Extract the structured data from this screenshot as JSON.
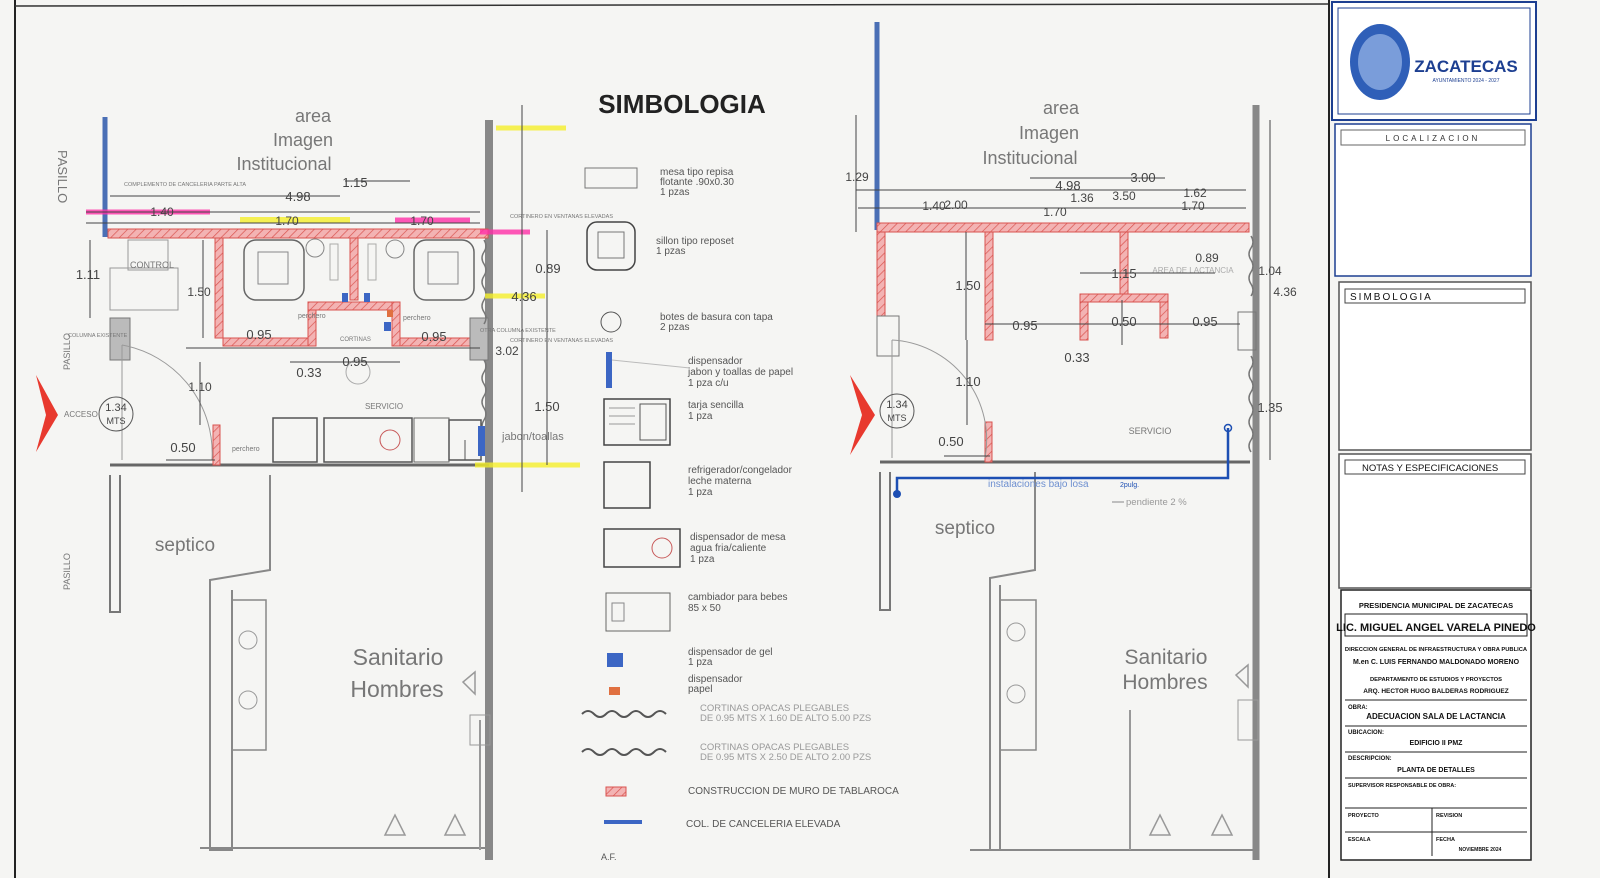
{
  "symbology": {
    "title": "SIMBOLOGIA",
    "items": [
      {
        "icon": "shelf-table-icon",
        "text": [
          "mesa tipo repisa",
          "flotante .90x0.30",
          "1 pzas"
        ]
      },
      {
        "icon": "armchair-icon",
        "text": [
          "sillon tipo reposet",
          "1 pzas"
        ]
      },
      {
        "icon": "trash-bin-icon",
        "text": [
          "botes de basura con tapa",
          "2 pzas"
        ]
      },
      {
        "icon": "dispenser-icon",
        "text": [
          "dispensador",
          "jabon y toallas de papel",
          "1 pza c/u"
        ]
      },
      {
        "icon": "sink-icon",
        "text": [
          "tarja sencilla",
          "1 pza"
        ]
      },
      {
        "icon": "fridge-icon",
        "text": [
          "refrigerador/congelador",
          "leche materna",
          "1 pza"
        ]
      },
      {
        "icon": "water-dispenser-icon",
        "text": [
          "dispensador de mesa",
          "agua fria/caliente",
          "1 pza"
        ]
      },
      {
        "icon": "changing-table-icon",
        "text": [
          "cambiador para bebes",
          "85 x 50"
        ]
      },
      {
        "icon": "gel-dispenser-icon",
        "text": [
          "dispensador de gel",
          "1 pza"
        ]
      },
      {
        "icon": "paper-dispenser-icon",
        "text": [
          "dispensador",
          "papel"
        ]
      },
      {
        "icon": "curtain-short-icon",
        "text": [
          "CORTINAS OPACAS PLEGABLES",
          "DE 0.95 MTS X 1.60 DE ALTO    5.00 PZS"
        ]
      },
      {
        "icon": "curtain-tall-icon",
        "text": [
          "CORTINAS OPACAS PLEGABLES",
          "DE 0.95 MTS X 2.50 DE ALTO    2.00 PZS"
        ]
      },
      {
        "icon": "drywall-wall-icon",
        "text": [
          "CONSTRUCCION DE MURO DE TABLAROCA"
        ]
      },
      {
        "icon": "glazing-column-icon",
        "text": [
          "COL. DE CANCELERIA ELEVADA"
        ]
      }
    ],
    "footer": "A.F."
  },
  "plan_left": {
    "room_area": [
      "area",
      "Imagen",
      "Institucional"
    ],
    "pasillo": "PASILLO",
    "septico": "septico",
    "sanitario": [
      "Sanitario",
      "Hombres"
    ],
    "control": "CONTROL",
    "servicio": "SERVICIO",
    "jabon": "jabon/toallas",
    "perchero": "perchero",
    "cortinas": "CORTINAS",
    "acceso": "ACCESO",
    "accessibility": [
      "1.34",
      "MTS"
    ],
    "notes": {
      "canceleria": "COMPLEMENTO DE CANCELERIA PARTE ALTA",
      "ventanas": "CORTINERO EN VENTANAS ELEVADAS",
      "columna": "COLUMNA EXISTENTE",
      "otra_columna": "OTRA COLUMNA EXISTENTE"
    },
    "dims": [
      "1.15",
      "4.98",
      "1.40",
      "1.70",
      "1.70",
      "0.89",
      "4.36",
      "1.11",
      "1.50",
      "0.95",
      "0.95",
      "0.95",
      "0.33",
      "3.02",
      "1.10",
      "1.50",
      "0.50"
    ]
  },
  "plan_right": {
    "room_area": [
      "area",
      "Imagen",
      "Institucional"
    ],
    "septico": "septico",
    "sanitario": [
      "Sanitario",
      "Hombres"
    ],
    "servicio": "SERVICIO",
    "lactancia": "AREA DE LACTANCIA",
    "accessibility": [
      "1.34",
      "MTS"
    ],
    "instalaciones": "instalaciones  bajo  losa",
    "pipe_label": "2pulg.",
    "pendiente": "pendiente  2  %",
    "dims": [
      "1.29",
      "4.98",
      "3.00",
      "1.40",
      "2.00",
      "1.36",
      "3.50",
      "1.62",
      "1.70",
      "1.70",
      "0.89",
      "1.04",
      "4.36",
      "1.50",
      "1.15",
      "0.95",
      "0.50",
      "0.95",
      "0.33",
      "1.10",
      "0.50",
      "1.35"
    ]
  },
  "title_block": {
    "logo_text": "ZACATECAS",
    "logo_sub": "AYUNTAMIENTO 2024 - 2027",
    "localizacion": "LOCALIZACION",
    "simbologia": "SIMBOLOGIA",
    "notas": "NOTAS Y ESPECIFICACIONES",
    "presidencia": "PRESIDENCIA MUNICIPAL DE ZACATECAS",
    "presidente": "LIC. MIGUEL ANGEL VARELA PINEDO",
    "direccion": "DIRECCION GENERAL DE INFRAESTRUCTURA Y OBRA PUBLICA",
    "director": "M.en C. LUIS FERNANDO MALDONADO MORENO",
    "departamento": "DEPARTAMENTO DE ESTUDIOS Y PROYECTOS",
    "jefe": "ARQ. HECTOR HUGO BALDERAS RODRIGUEZ",
    "obra_label": "OBRA:",
    "obra": "ADECUACION SALA DE LACTANCIA",
    "ubicacion_label": "UBICACION:",
    "ubicacion": "EDIFICIO II PMZ",
    "descripcion_label": "DESCRIPCION:",
    "descripcion": "PLANTA DE DETALLES",
    "supervisor_label": "SUPERVISOR RESPONSABLE DE OBRA:",
    "proyecto_label": "PROYECTO",
    "revision_label": "REVISION",
    "escala_label": "ESCALA",
    "fecha_label": "FECHA",
    "fecha": "NOVIEMBRE 2024"
  },
  "colors": {
    "drywall": "#ec9a9a",
    "drywall_stroke": "#d9534f",
    "glazing": "#4a6fb5",
    "highlight_pink": "#ff2fa8",
    "highlight_yellow": "#f5f02a",
    "access_arrow": "#e8392e",
    "blueprint": "#1d3f91"
  }
}
